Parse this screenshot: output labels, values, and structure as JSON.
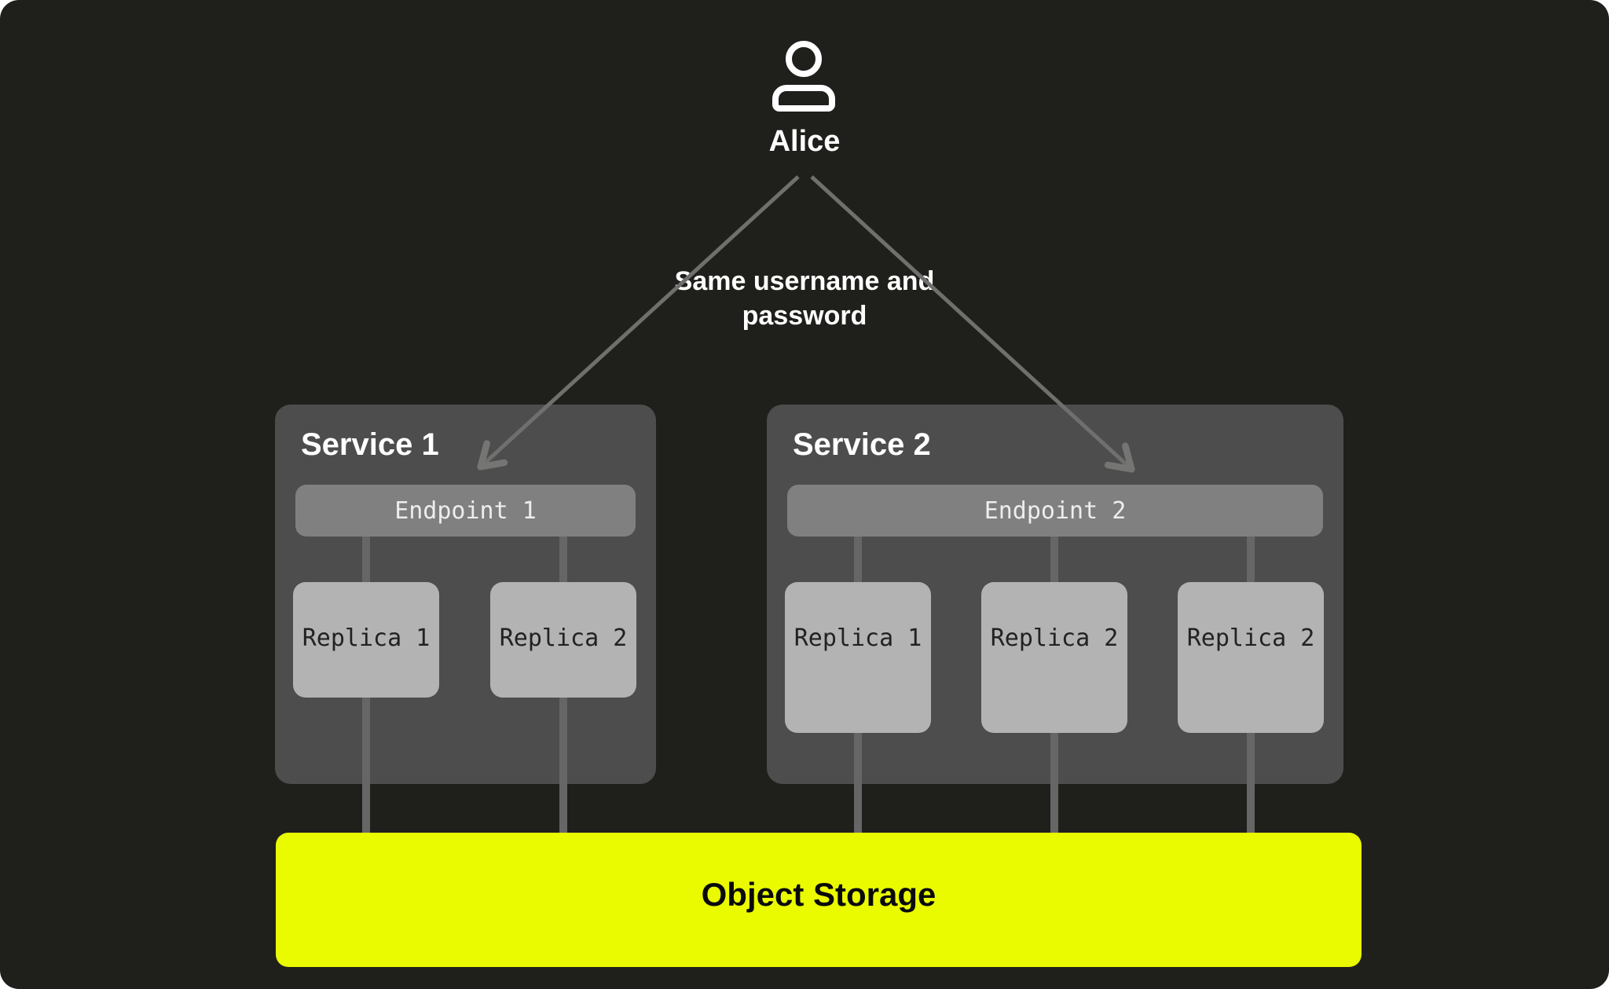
{
  "user": {
    "name": "Alice",
    "icon": "person-icon"
  },
  "annotation": {
    "text": "Same username and password"
  },
  "services": [
    {
      "title": "Service 1",
      "endpoint": "Endpoint 1",
      "replicas": [
        "Replica 1",
        "Replica 2"
      ]
    },
    {
      "title": "Service 2",
      "endpoint": "Endpoint 2",
      "replicas": [
        "Replica 1",
        "Replica 2",
        "Replica 2"
      ]
    }
  ],
  "storage": {
    "label": "Object Storage"
  },
  "colors": {
    "canvas_bg": "#1f201b",
    "service_bg": "#4d4d4d",
    "endpoint_bg": "#808080",
    "replica_bg": "#b3b3b3",
    "storage_bg": "#eafb00",
    "connector_line": "#666667",
    "arrow": "#707070",
    "text_light": "#ffffff",
    "text_dark": "#0a0a0a"
  }
}
